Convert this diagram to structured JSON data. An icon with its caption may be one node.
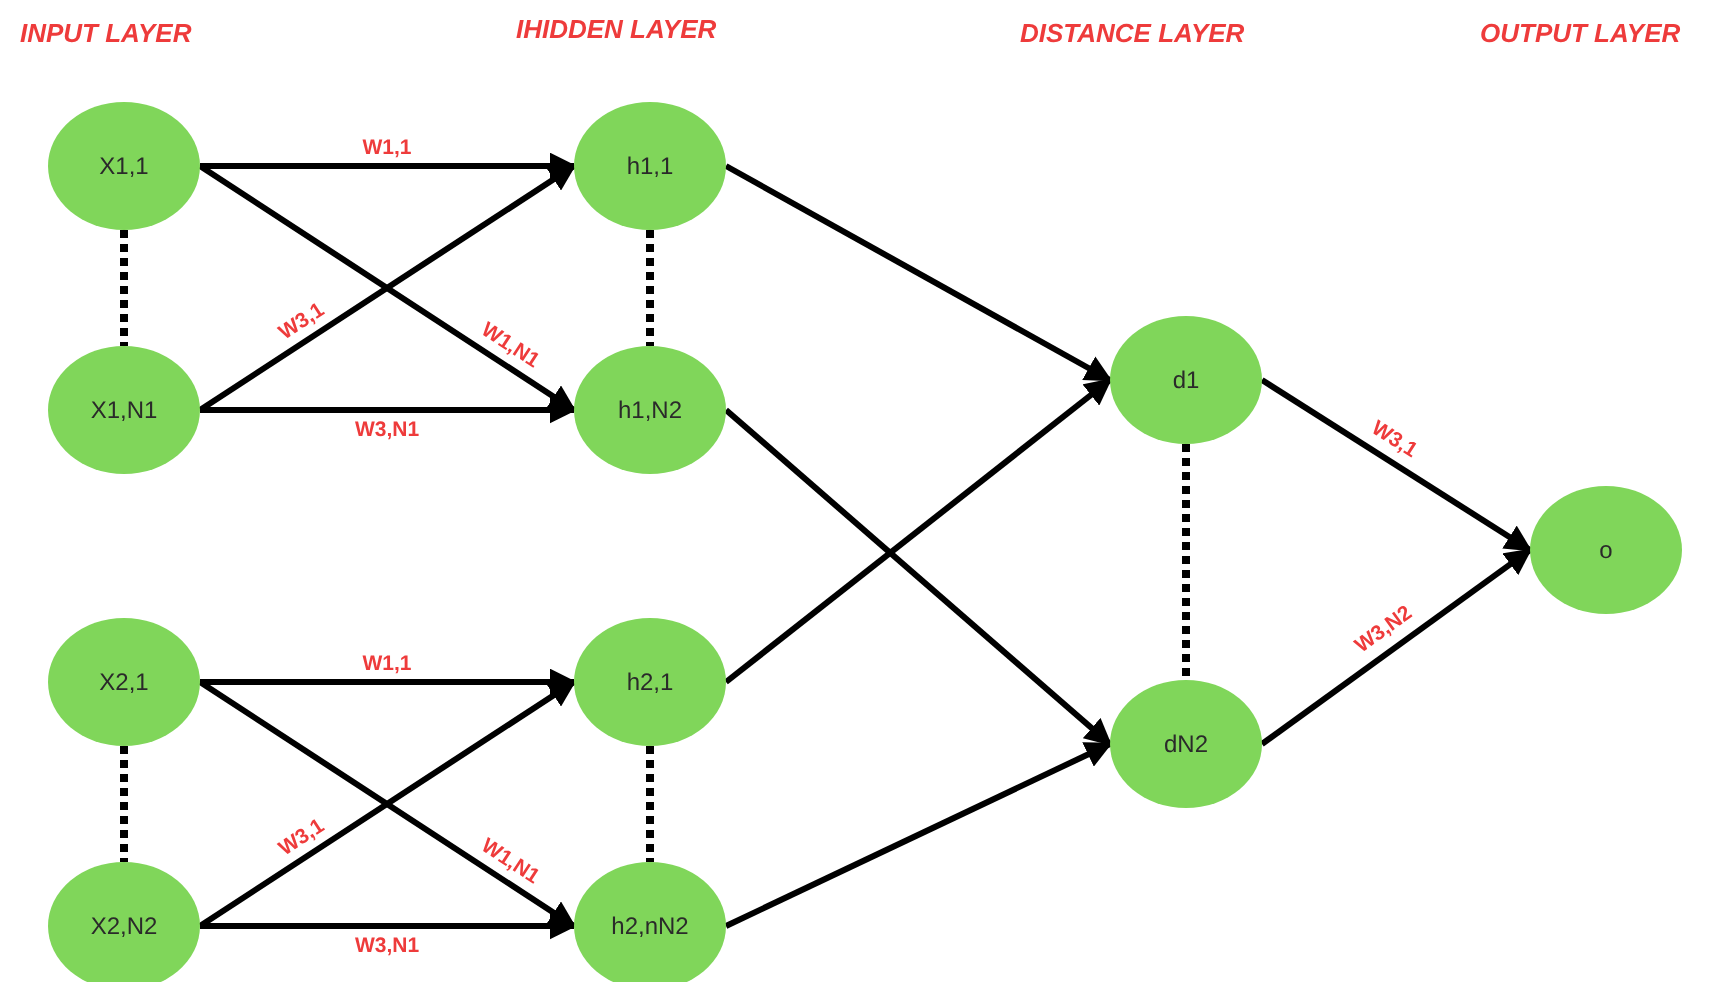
{
  "diagram": {
    "nodes": [
      {
        "text": [
          "X1,1"
        ]
      },
      {
        "text": [
          "X1,N1"
        ]
      },
      {
        "text": [
          "h1,1"
        ]
      },
      {
        "text": [
          "h1,N2"
        ]
      },
      {
        "text": [
          "X2,1"
        ]
      },
      {
        "text": [
          "X2,N2"
        ]
      },
      {
        "text": [
          "h2,1"
        ]
      },
      {
        "text": [
          "h2,nN2"
        ]
      },
      {
        "text": [
          "d1"
        ]
      },
      {
        "text": [
          "dN2"
        ]
      },
      {
        "text": [
          "o"
        ]
      }
    ],
    "edges": [
      {
        "from": 0,
        "to": 2,
        "arrow": "to",
        "label": "W1,1"
      },
      {
        "from": 0,
        "to": 3,
        "arrow": "to",
        "label": "W1,N1"
      },
      {
        "from": 1,
        "to": 2,
        "arrow": "to",
        "label": "W3,1"
      },
      {
        "from": 1,
        "to": 3,
        "arrow": "to",
        "label": "W3,N1"
      },
      {
        "from": 4,
        "to": 6,
        "arrow": "to",
        "label": "W1,1"
      },
      {
        "from": 4,
        "to": 7,
        "arrow": "to",
        "label": "W1,N1"
      },
      {
        "from": 5,
        "to": 6,
        "arrow": "to",
        "label": "W3,1"
      },
      {
        "from": 5,
        "to": 7,
        "arrow": "to",
        "label": "W3,N1"
      },
      {
        "from": 2,
        "to": 8,
        "arrow": "to"
      },
      {
        "from": 3,
        "to": 9,
        "arrow": "to"
      },
      {
        "from": 6,
        "to": 8,
        "arrow": "to"
      },
      {
        "from": 7,
        "to": 9,
        "arrow": "to"
      },
      {
        "from": 8,
        "to": 10,
        "arrow": "to",
        "label": "W3,1"
      },
      {
        "from": 9,
        "to": 10,
        "arrow": "to",
        "label": "W3,N2"
      },
      {
        "from": 0,
        "to": 1,
        "arrow": "none",
        "style": "dashed"
      },
      {
        "from": 2,
        "to": 3,
        "arrow": "none",
        "style": "dashed"
      },
      {
        "from": 4,
        "to": 5,
        "arrow": "none",
        "style": "dashed"
      },
      {
        "from": 6,
        "to": 7,
        "arrow": "none",
        "style": "dashed"
      },
      {
        "from": 8,
        "to": 9,
        "arrow": "none",
        "style": "dashed"
      }
    ],
    "labels": [
      "INPUT LAYER",
      "IHIDDEN LAYER",
      "DISTANCE LAYER",
      "OUTPUT LAYER"
    ]
  }
}
